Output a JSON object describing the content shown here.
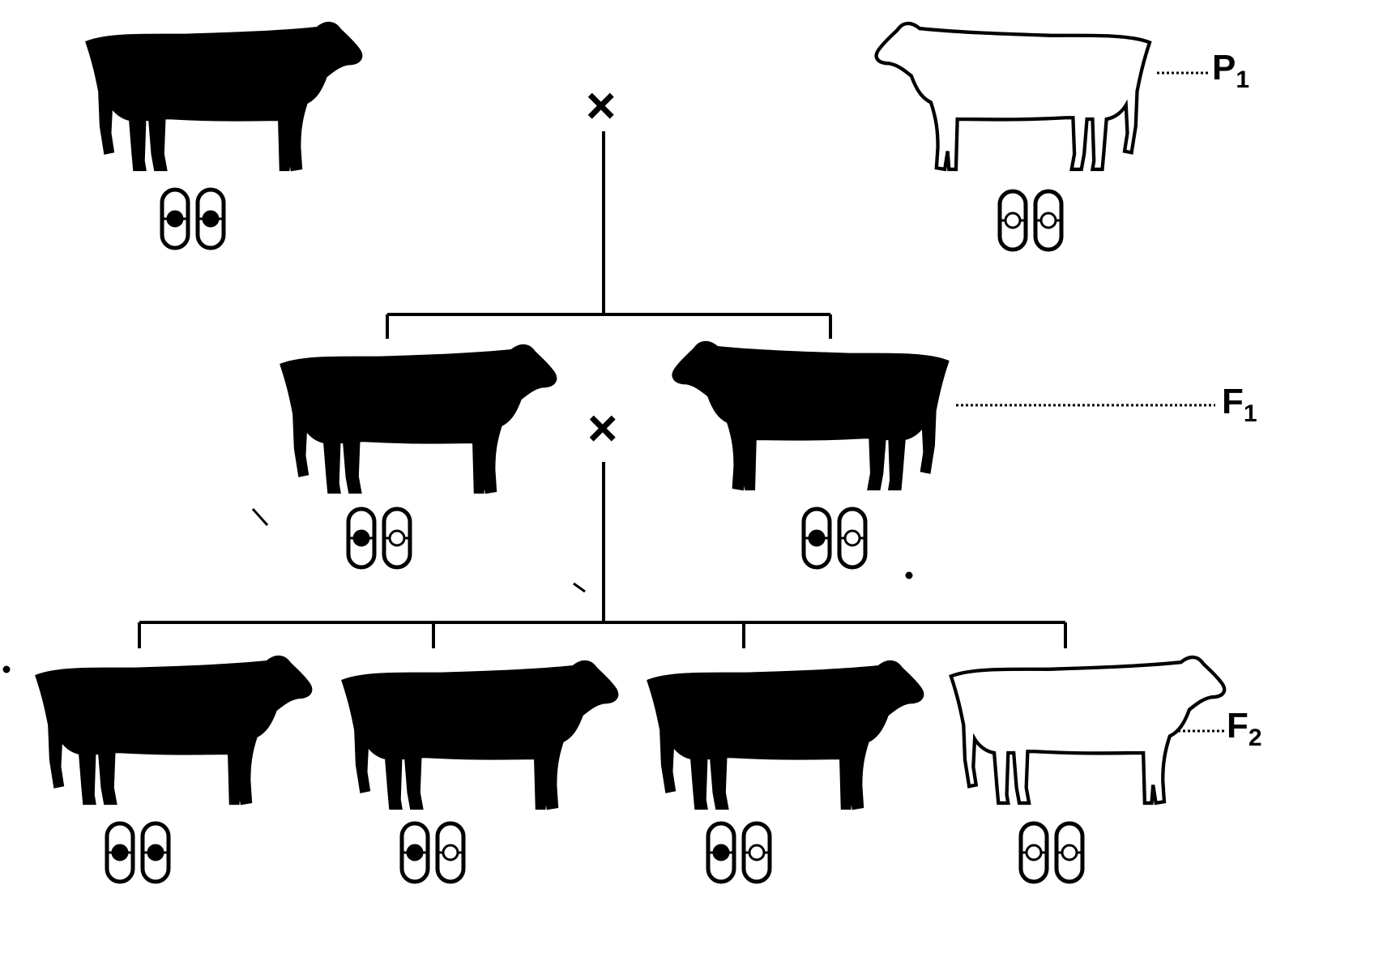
{
  "diagram": {
    "cross_symbol": "×",
    "generations": [
      {
        "id": "P1",
        "label": "P",
        "subscript": "1"
      },
      {
        "id": "F1",
        "label": "F",
        "subscript": "1"
      },
      {
        "id": "F2",
        "label": "F",
        "subscript": "2"
      }
    ],
    "colors": {
      "ink": "#000000",
      "paper": "#ffffff"
    },
    "animals": [
      {
        "generation": "P1",
        "coat": "black",
        "genotype": [
          "dominant",
          "dominant"
        ]
      },
      {
        "generation": "P1",
        "coat": "white",
        "genotype": [
          "recessive",
          "recessive"
        ]
      },
      {
        "generation": "F1",
        "coat": "black",
        "genotype": [
          "dominant",
          "recessive"
        ]
      },
      {
        "generation": "F1",
        "coat": "black",
        "genotype": [
          "dominant",
          "recessive"
        ]
      },
      {
        "generation": "F2",
        "coat": "black",
        "genotype": [
          "dominant",
          "dominant"
        ]
      },
      {
        "generation": "F2",
        "coat": "black",
        "genotype": [
          "dominant",
          "recessive"
        ]
      },
      {
        "generation": "F2",
        "coat": "black",
        "genotype": [
          "dominant",
          "recessive"
        ]
      },
      {
        "generation": "F2",
        "coat": "white",
        "genotype": [
          "recessive",
          "recessive"
        ]
      }
    ]
  }
}
